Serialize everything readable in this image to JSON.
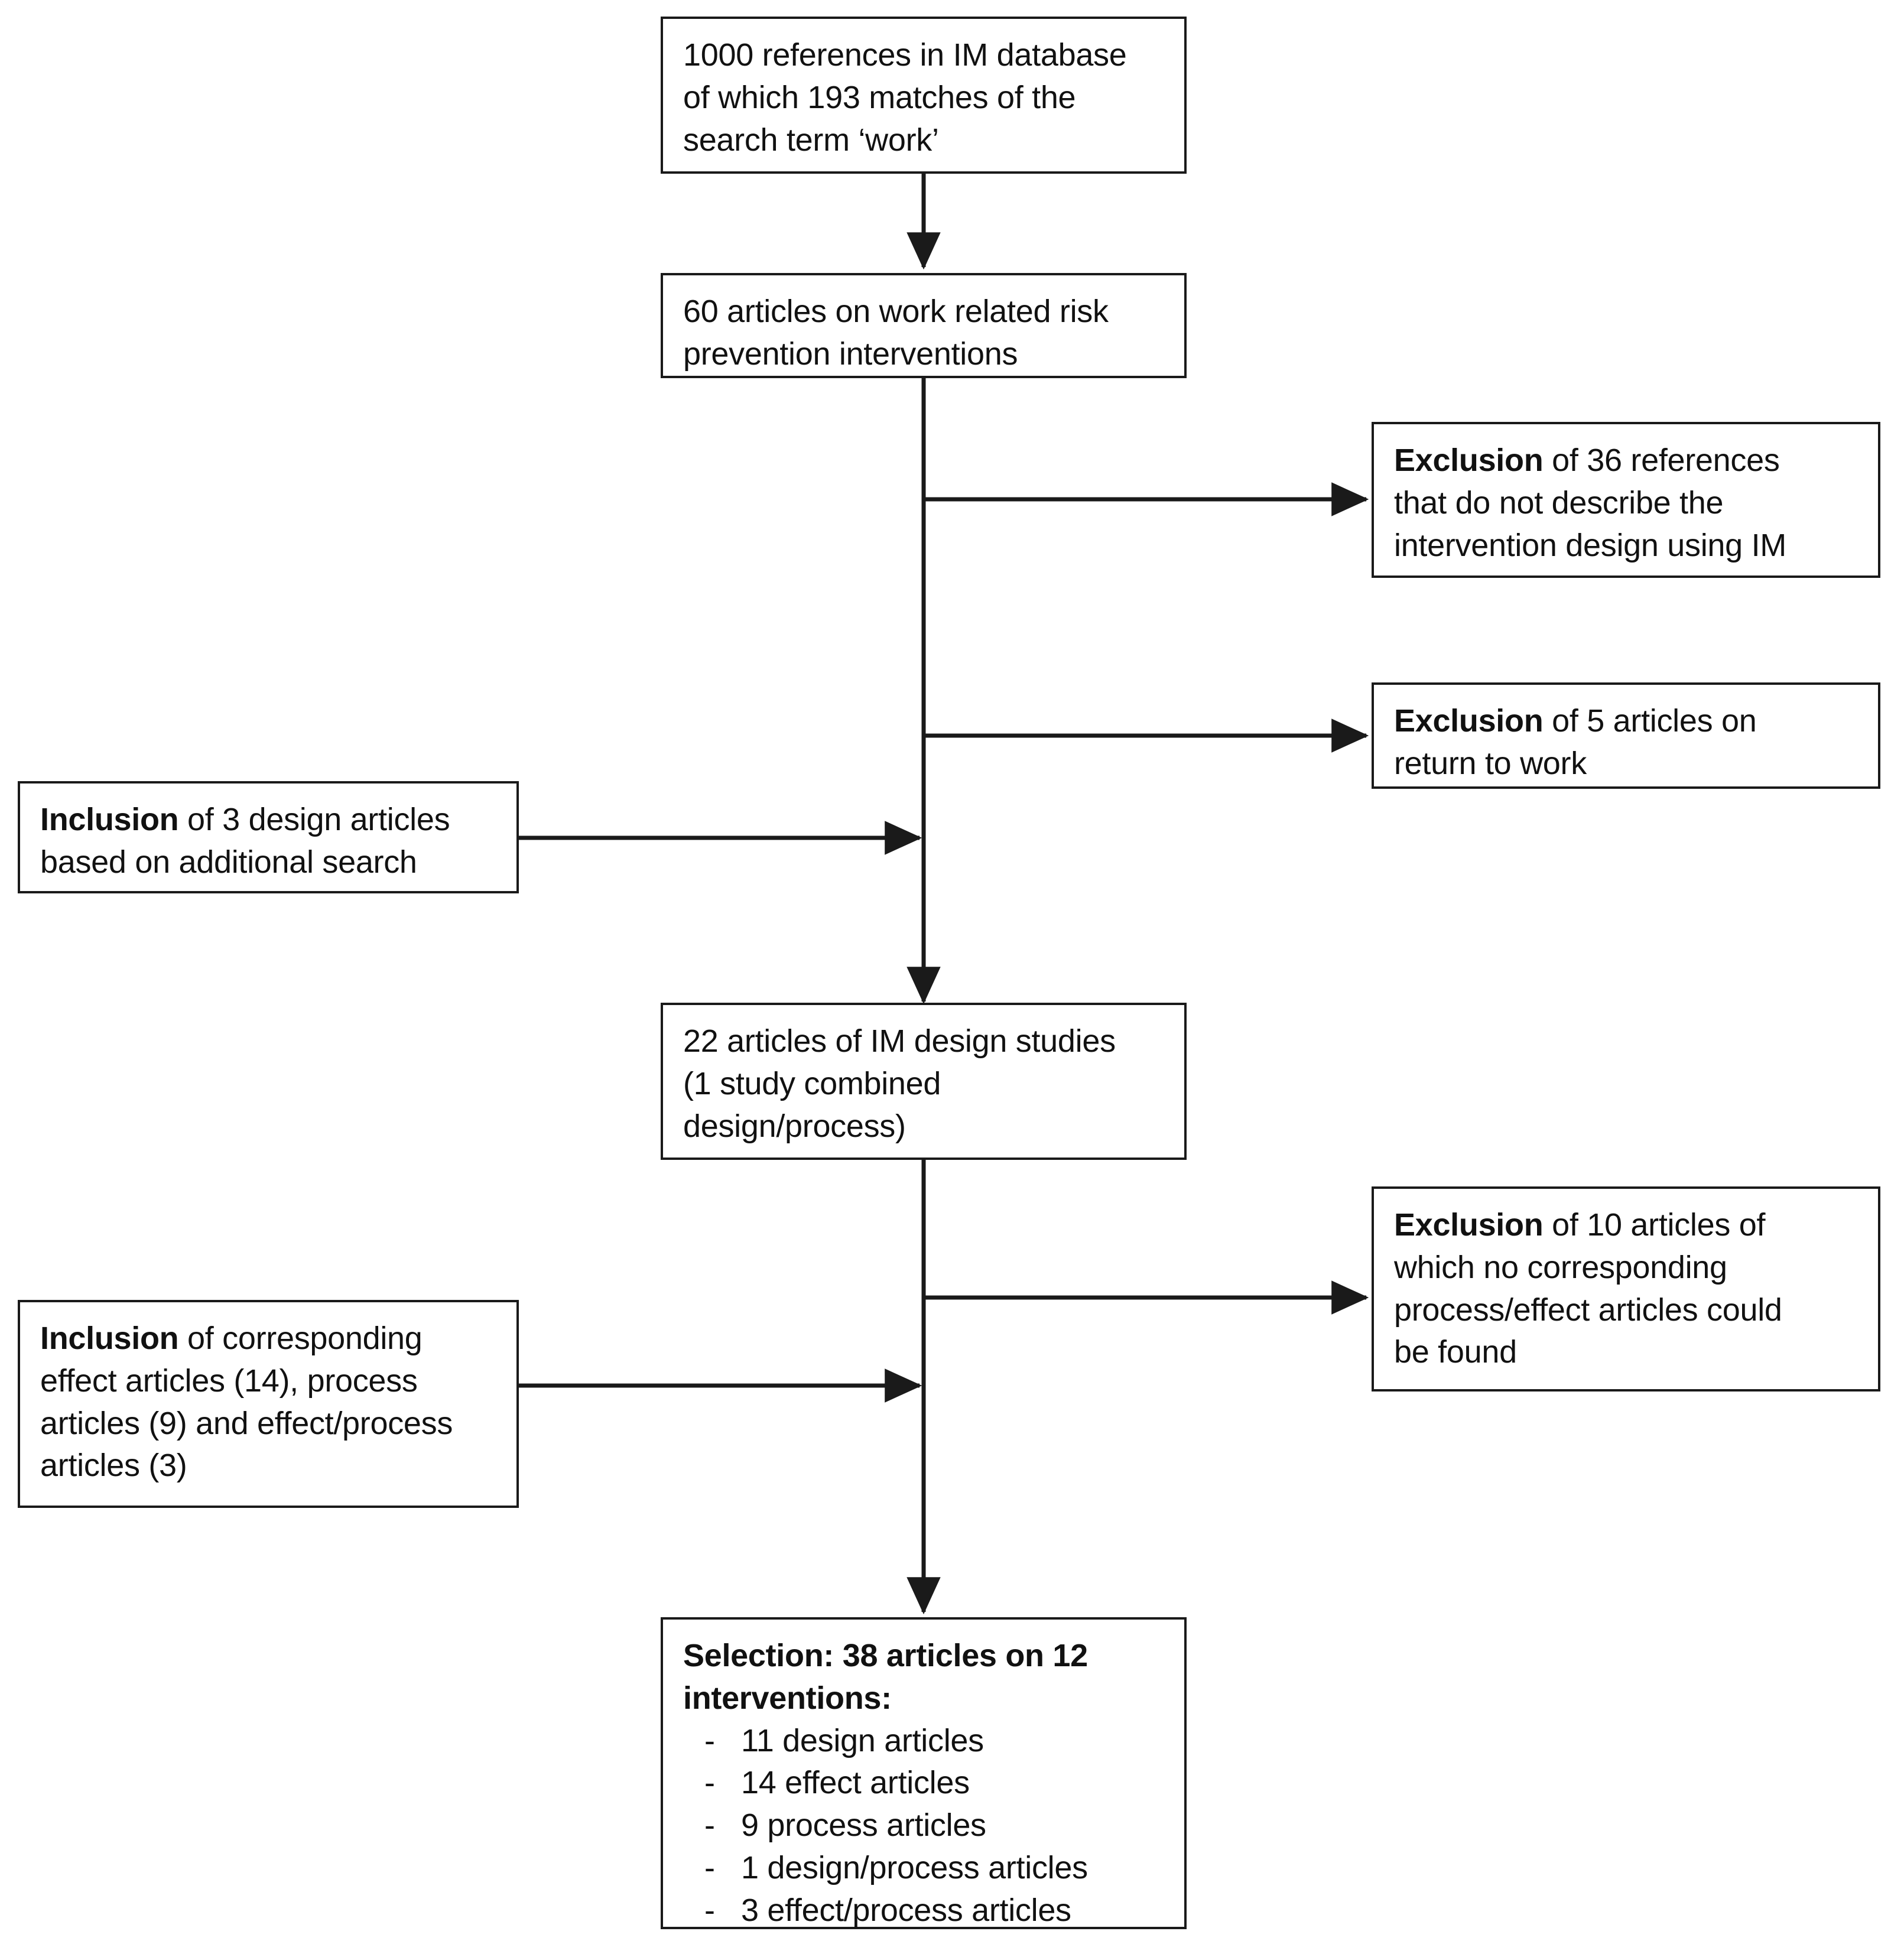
{
  "diagram": {
    "title": "Article selection flowchart",
    "accent_color": "#1a1a1a",
    "background_color": "#ffffff"
  },
  "nodes": {
    "source_records": {
      "lines": [
        "1000 references  in IM database",
        "of which 193 matches of the",
        "search term ‘work’"
      ]
    },
    "work_related": {
      "lines": [
        "60 articles on work related risk",
        "prevention interventions"
      ]
    },
    "exclusion_36": {
      "lead": "Exclusion",
      "lines": [
        "  of 36 references",
        "that do not describe the",
        "intervention design using IM"
      ]
    },
    "exclusion_5": {
      "lead": "Exclusion",
      "lines": [
        "  of 5 articles on",
        "return to work"
      ]
    },
    "inclusion_3": {
      "lead": "Inclusion",
      "lines": [
        "  of 3 design articles",
        "based on additional search"
      ]
    },
    "im_design_studies": {
      "lines": [
        "22 articles of IM design studies",
        "(1 study combined",
        "design/process)"
      ]
    },
    "exclusion_10": {
      "lead": "Exclusion",
      "lines": [
        "  of 10 articles of",
        "which no corresponding",
        "process/effect articles could",
        "be found"
      ]
    },
    "inclusion_corresponding": {
      "lead": "Inclusion",
      "lines": [
        "  of corresponding",
        "effect articles (14), process",
        "articles (9) and effect/process",
        "articles (3)"
      ]
    },
    "selection": {
      "heading_lines": [
        "Selection: 38 articles on 12",
        "interventions:"
      ],
      "bullet_marker": "-",
      "bullets": [
        "11 design articles",
        "14 effect articles",
        "9 process articles",
        "1 design/process articles",
        "3 effect/process articles"
      ]
    }
  }
}
